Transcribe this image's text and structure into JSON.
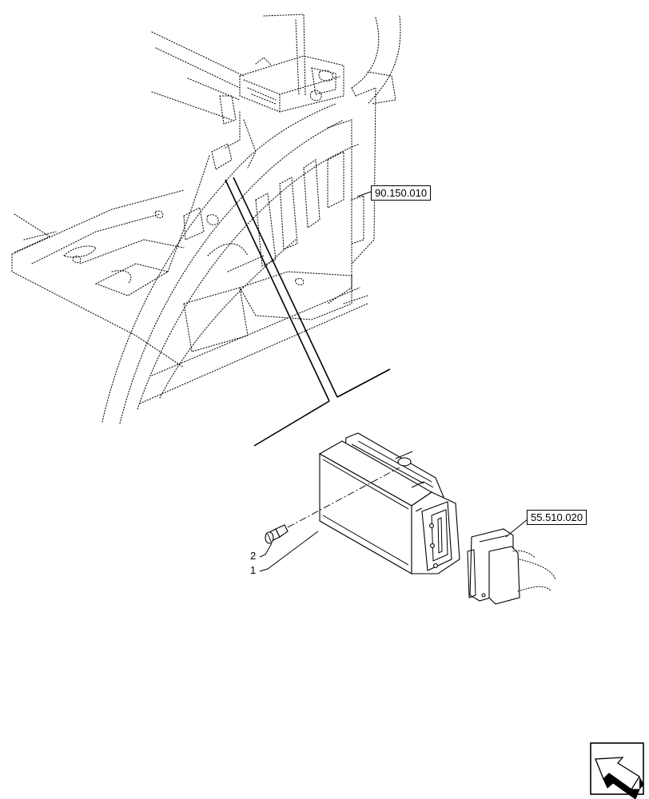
{
  "references": {
    "upper_ref": "90.150.010",
    "connector_ref": "55.510.020"
  },
  "callouts": {
    "item_1": "1",
    "item_2": "2"
  },
  "icons": {
    "nav_icon": "arrow-icon"
  }
}
